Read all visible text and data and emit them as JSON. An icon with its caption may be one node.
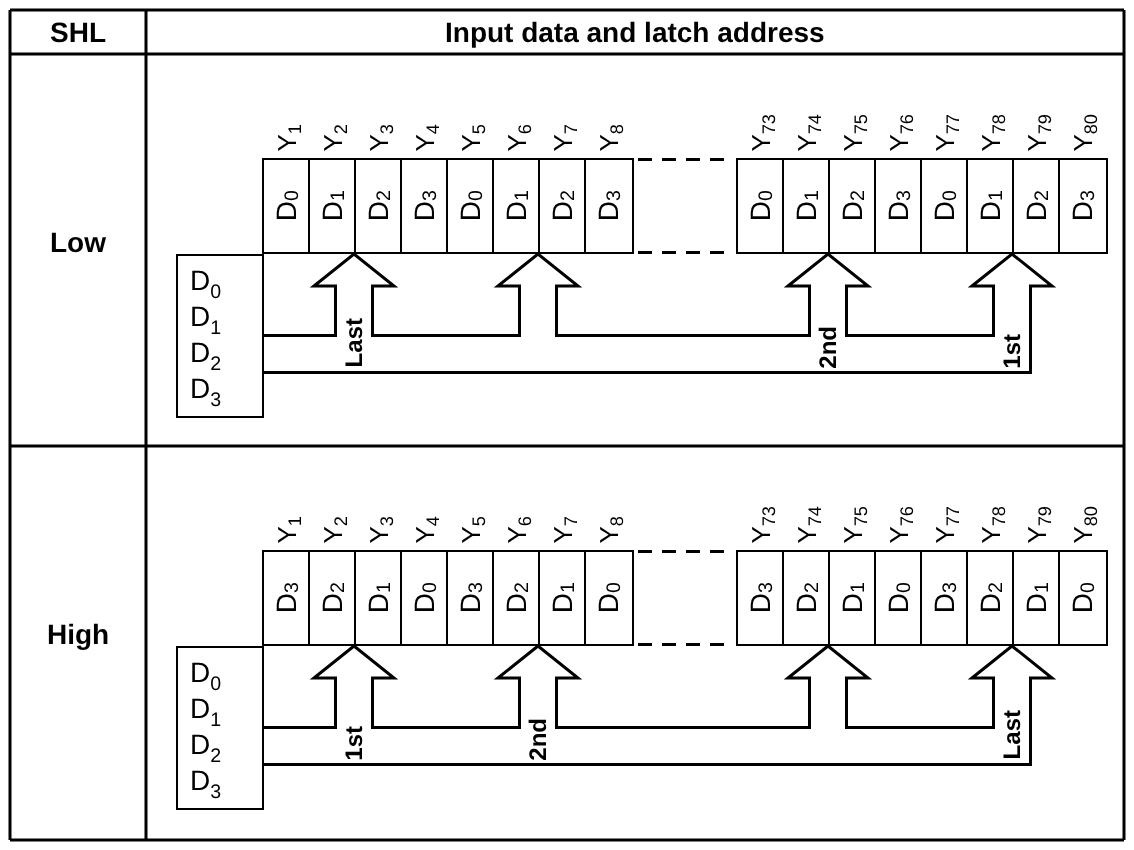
{
  "diagram": {
    "nodes": [
      {
        "text": [
          "D$_{0}$"
        ],
        "beside": [
          "Y$_{1}$"
        ]
      },
      {
        "text": [
          "D$_{1}$"
        ],
        "beside": [
          "Y$_{2}$"
        ]
      },
      {
        "text": [
          "D$_{2}$"
        ],
        "beside": [
          "Y$_{3}$"
        ]
      },
      {
        "text": [
          "D$_{3}$"
        ],
        "beside": [
          "Y$_{4}$"
        ]
      },
      {
        "text": [
          "D$_{0}$"
        ],
        "beside": [
          "Y$_{5}$"
        ]
      },
      {
        "text": [
          "D$_{1}$"
        ],
        "beside": [
          "Y$_{6}$"
        ]
      },
      {
        "text": [
          "D$_{2}$"
        ],
        "beside": [
          "Y$_{7}$"
        ]
      },
      {
        "text": [
          "D$_{3}$"
        ],
        "beside": [
          "Y$_{8}$"
        ]
      },
      {
        "text": [
          "D$_{0}$"
        ],
        "beside": [
          "Y$_{73}$"
        ]
      },
      {
        "text": [
          "D$_{1}$"
        ],
        "beside": [
          "Y$_{74}$"
        ]
      },
      {
        "text": [
          "D$_{2}$"
        ],
        "beside": [
          "Y$_{75}$"
        ]
      },
      {
        "text": [
          "D$_{3}$"
        ],
        "beside": [
          "Y$_{76}$"
        ]
      },
      {
        "text": [
          "D$_{0}$"
        ],
        "beside": [
          "Y$_{77}$"
        ]
      },
      {
        "text": [
          "D$_{1}$"
        ],
        "beside": [
          "Y$_{78}$"
        ]
      },
      {
        "text": [
          "D$_{2}$"
        ],
        "beside": [
          "Y$_{79}$"
        ]
      },
      {
        "text": [
          "D$_{3}$"
        ],
        "beside": [
          "Y$_{80}$"
        ]
      },
      {
        "text": [
          "D$_{0}$ D$_{1}$ D$_{2}$ D$_{3}$"
        ]
      },
      {
        "text": [
          "D$_{3}$"
        ],
        "beside": [
          "Y$_{1}$"
        ]
      },
      {
        "text": [
          "D$_{2}$"
        ],
        "beside": [
          "Y$_{2}$"
        ]
      },
      {
        "text": [
          "D$_{1}$"
        ],
        "beside": [
          "Y$_{3}$"
        ]
      },
      {
        "text": [
          "D$_{0}$"
        ],
        "beside": [
          "Y$_{4}$"
        ]
      },
      {
        "text": [
          "D$_{3}$"
        ],
        "beside": [
          "Y$_{5}$"
        ]
      },
      {
        "text": [
          "D$_{2}$"
        ],
        "beside": [
          "Y$_{6}$"
        ]
      },
      {
        "text": [
          "D$_{1}$"
        ],
        "beside": [
          "Y$_{7}$"
        ]
      },
      {
        "text": [
          "D$_{0}$"
        ],
        "beside": [
          "Y$_{8}$"
        ]
      },
      {
        "text": [
          "D$_{3}$"
        ],
        "beside": [
          "Y$_{73}$"
        ]
      },
      {
        "text": [
          "D$_{2}$"
        ],
        "beside": [
          "Y$_{74}$"
        ]
      },
      {
        "text": [
          "D$_{1}$"
        ],
        "beside": [
          "Y$_{75}$"
        ]
      },
      {
        "text": [
          "D$_{0}$"
        ],
        "beside": [
          "Y$_{76}$"
        ]
      },
      {
        "text": [
          "D$_{3}$"
        ],
        "beside": [
          "Y$_{77}$"
        ]
      },
      {
        "text": [
          "D$_{2}$"
        ],
        "beside": [
          "Y$_{78}$"
        ]
      },
      {
        "text": [
          "D$_{1}$"
        ],
        "beside": [
          "Y$_{79}$"
        ]
      },
      {
        "text": [
          "D$_{0}$"
        ],
        "beside": [
          "Y$_{80}$"
        ]
      },
      {
        "text": [
          "D$_{0}$ D$_{1}$ D$_{2}$ D$_{3}$"
        ]
      }
    ],
    "edges": [
      {
        "from": 16,
        "to": 1,
        "arrow": "to",
        "label": "Last"
      },
      {
        "from": 16,
        "to": 5,
        "arrow": "to"
      },
      {
        "from": 16,
        "to": 9,
        "arrow": "to",
        "label": "2nd"
      },
      {
        "from": 16,
        "to": 13,
        "arrow": "to",
        "label": "1st"
      },
      {
        "from": 33,
        "to": 18,
        "arrow": "to",
        "label": "1st"
      },
      {
        "from": 33,
        "to": 22,
        "arrow": "to",
        "label": "2nd"
      },
      {
        "from": 33,
        "to": 26,
        "arrow": "to"
      },
      {
        "from": 33,
        "to": 30,
        "arrow": "to",
        "label": "Last"
      }
    ],
    "labels": [
      "SHL",
      "Input data and latch address",
      "Low",
      "High"
    ]
  }
}
